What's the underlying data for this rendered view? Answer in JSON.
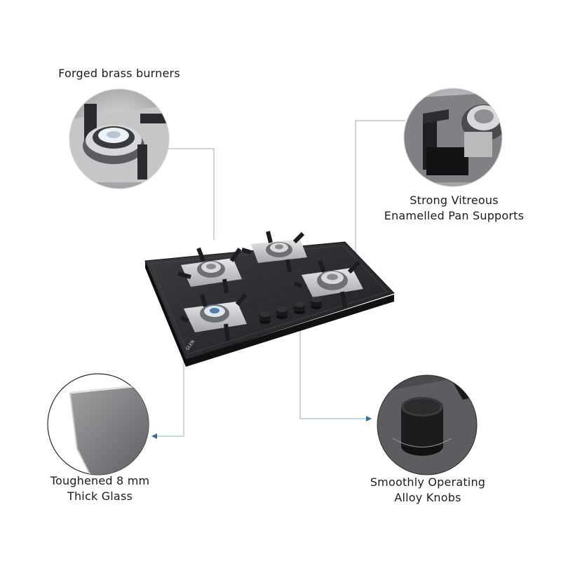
{
  "features": {
    "burners": {
      "label": "Forged brass burners"
    },
    "supports": {
      "line1": "Strong Vitreous",
      "line2": "Enamelled Pan Supports"
    },
    "glass": {
      "line1": "Toughened 8 mm",
      "line2": "Thick Glass"
    },
    "knobs": {
      "line1": "Smoothly Operating",
      "line2": "Alloy Knobs"
    }
  },
  "product": {
    "brand": "GLEN"
  },
  "colors": {
    "background": "#ffffff",
    "callout_line": "#8fb2c4",
    "arrow": "#2f6f9a",
    "glass_top": "#2d2f33",
    "steel": "#c9cbce",
    "knob": "#1a1a1a"
  },
  "icons": [
    "burner-icon",
    "pan-support-icon",
    "glass-edge-icon",
    "knob-icon"
  ]
}
